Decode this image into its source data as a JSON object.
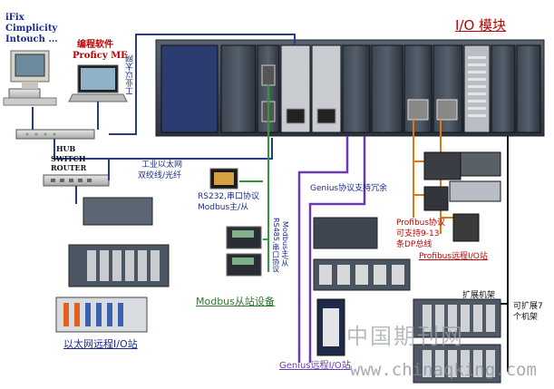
{
  "labels": {
    "ifix": "iFix",
    "cimplicity": "Cimplicity",
    "intouch": "Intouch ...",
    "prog_software": "编程软件",
    "proficy_me": "Proficy ME",
    "industrial_ethernet_top": "工业以太网",
    "hub_switch": "HUB",
    "switch": "SWITCH",
    "router": "ROUTER",
    "industrial_ethernet_mid": "工业以太网",
    "twisted_fiber": "双绞线/光纤",
    "rs232": "RS232,串口协议",
    "rs232_modbus": "Modbus主/从",
    "rs485": "RS485,串口协议",
    "rs485_modbus": "Modbus主/从",
    "modbus_slave": "Modbus从站设备",
    "ethernet_remote_io": "以太网远程I/O站",
    "genius_redundancy": "Genius协议支持冗余",
    "genius_remote_io": "Genius远程I/O站",
    "io_module": "I/O 模块",
    "profibus_protocol": "Profibus协议",
    "profibus_support": "可支持9-13",
    "profibus_bus": "条DP总线",
    "profibus_remote_io": "Profibus远程I/O站",
    "expansion_rack": "扩展机架",
    "expand_count": "可扩展7",
    "expand_count2": "个机架",
    "watermark_cn": "中国期刊网",
    "watermark_url": "www.chinaqking.com"
  },
  "colors": {
    "ethernet": "#2a3a8c",
    "modbus": "#2f9a3a",
    "genius": "#6a3ab0",
    "profibus": "#e07a10",
    "expansion": "#111111",
    "label_red": "#c00000",
    "label_blue": "#1a2a8c",
    "label_green": "#2a7a2a"
  },
  "icons": [
    "computer-icon",
    "laptop-icon",
    "hub-icon",
    "switch-icon",
    "plc-rack-icon",
    "touch-panel-icon",
    "modbus-device-icon",
    "io-module-icon",
    "expansion-rack-icon"
  ]
}
